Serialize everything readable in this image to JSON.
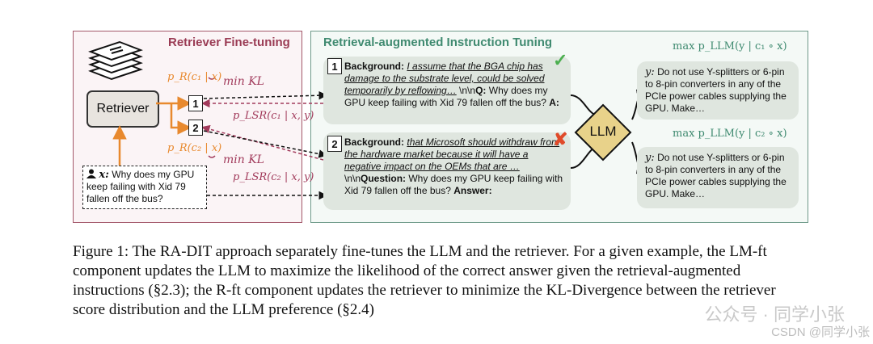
{
  "figure": {
    "retriever_title": "Retriever Fine-tuning",
    "instruction_title": "Retrieval-augmented Instruction Tuning",
    "retriever_label": "Retriever",
    "p_r_c1": "p_R(c₁ | x)",
    "p_r_c2": "p_R(c₂ | x)",
    "min_kl_1": "min KL",
    "min_kl_2": "min KL",
    "p_lsr_c1": "p_LSR(c₁ | x, y)",
    "p_lsr_c2": "p_LSR(c₂ | x, y)",
    "num1": "1",
    "num2": "2",
    "query_prefix": "x:",
    "query_text": "Why does my GPU keep failing with Xid 79 fallen off the bus?",
    "card1": {
      "num": "1",
      "bg_label": "Background:",
      "bg_text": "I assume that the BGA chip has damage to the substrate level, could be solved temporarily by reflowing…",
      "tail1": " \\n\\n",
      "q_label": "Q:",
      "q_text": " Why does my GPU keep failing with Xid 79 fallen off the bus? ",
      "a_label": "A:"
    },
    "card2": {
      "num": "2",
      "bg_label": "Background:",
      "bg_text": "that Microsoft should withdraw from the hardware market because it will have a negative impact on the OEMs that are …",
      "tail1": " \\n\\n",
      "q_label": "Question:",
      "q_text": " Why does my GPU keep failing with Xid 79 fallen off the bus? ",
      "a_label": "Answer:"
    },
    "check_mark": "✓",
    "cross_mark": "✘",
    "llm_label": "LLM",
    "max_1": "max p_LLM(y | c₁ ∘ x)",
    "max_2": "max p_LLM(y | c₂ ∘ x)",
    "answer_prefix": "y:",
    "answer_text": "Do not use Y-splitters or 6-pin to 8-pin converters in any of the PCIe power cables supplying the GPU. Make…"
  },
  "caption": "Figure 1: The RA-DIT approach separately fine-tunes the LLM and the retriever. For a given example, the LM-ft component updates the LLM to maximize the likelihood of the correct answer given the retrieval-augmented instructions (§2.3); the R-ft component updates the retriever to minimize the KL-Divergence between the retriever score distribution and the LLM preference (§2.4)",
  "watermark": {
    "wechat": "公众号 · 同学小张",
    "csdn": "CSDN @同学小张"
  },
  "colors": {
    "retriever_accent": "#9a3b54",
    "instruction_accent": "#3f8a70",
    "orange_arrow": "#e8892e",
    "kl_dashed": "#a23b5c",
    "llm_fill": "#e8d28a"
  }
}
